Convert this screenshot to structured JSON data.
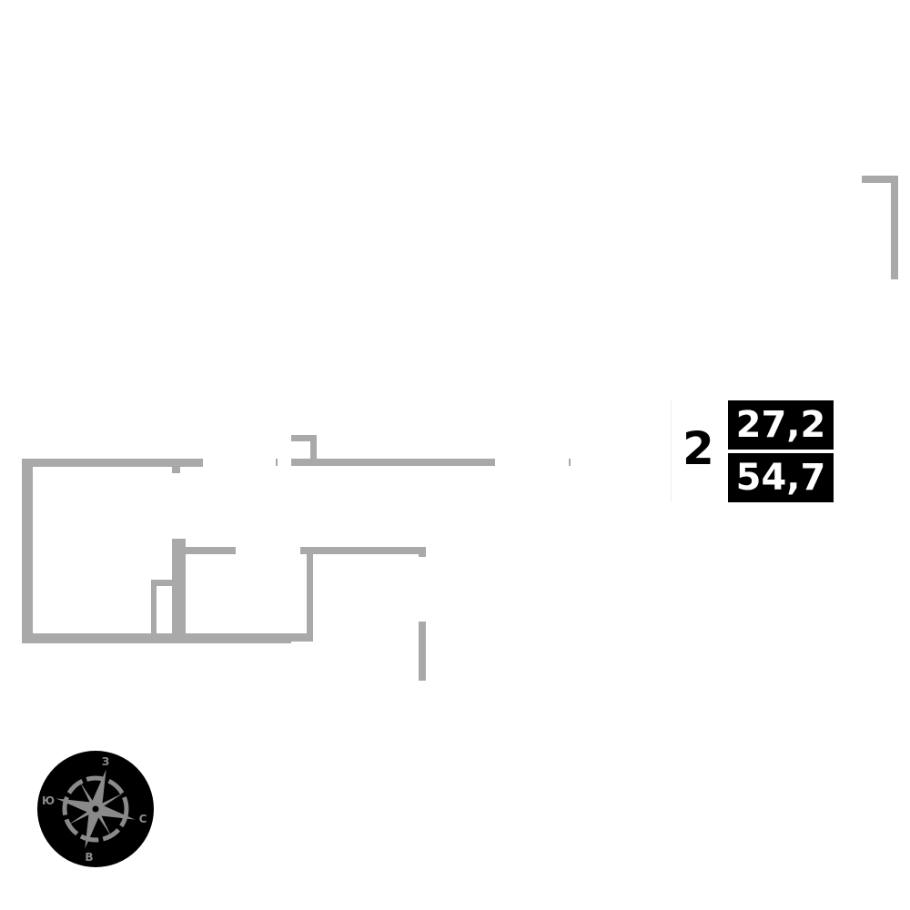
{
  "apartment": {
    "rooms": "2",
    "living_area": "27,2",
    "total_area": "54,7"
  },
  "compass": {
    "west": "З",
    "east": "В",
    "north": "С",
    "south": "Ю"
  },
  "colors": {
    "wall": "#a9a9a9",
    "badge": "#000000"
  }
}
